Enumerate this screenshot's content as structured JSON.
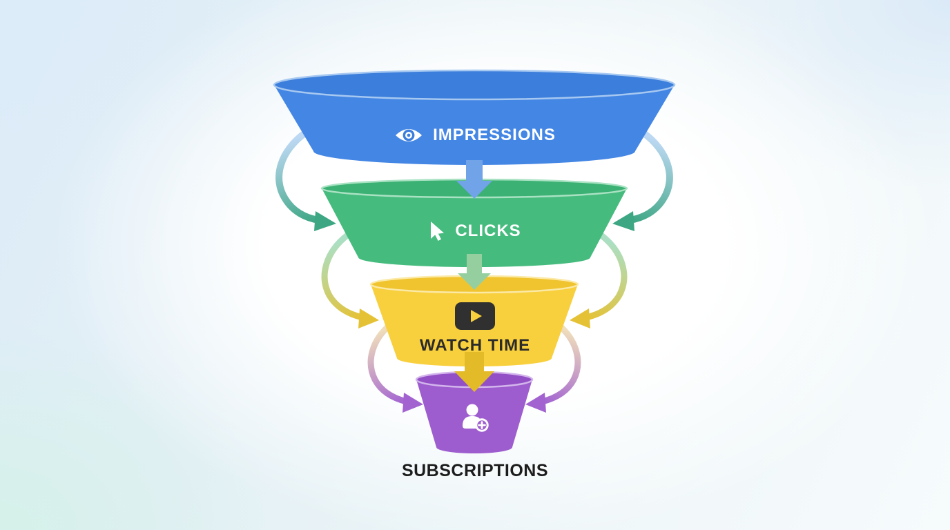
{
  "diagram": {
    "name": "youtube-growth-funnel",
    "background_colors": {
      "center": "#ffffff",
      "edge_blue": "#dcebf7",
      "edge_mint": "#d5f1e9"
    }
  },
  "funnel": {
    "stages": [
      {
        "id": "impressions",
        "label": "IMPRESSIONS",
        "icon": "eye-icon",
        "body_color": "#4486e4",
        "top_color": "#3c7edb",
        "rim_color": "#a6c8f1",
        "label_color": "#ffffff"
      },
      {
        "id": "clicks",
        "label": "CLICKS",
        "icon": "cursor-icon",
        "body_color": "#46bb7e",
        "top_color": "#3bb173",
        "rim_color": "#a9e2c3",
        "label_color": "#ffffff"
      },
      {
        "id": "watch-time",
        "label": "WATCH TIME",
        "icon": "youtube-play-icon",
        "body_color": "#f8cf3d",
        "top_color": "#f0c42f",
        "rim_color": "#fbe9a6",
        "label_color": "#2b2b2b"
      },
      {
        "id": "subscriptions",
        "label": "SUBSCRIPTIONS",
        "icon": "person-add-icon",
        "body_color": "#9d5dce",
        "top_color": "#9350c6",
        "rim_color": "#d3b5ec",
        "label_color": "#1d1d1d"
      }
    ],
    "down_arrows": [
      {
        "from": "impressions",
        "to": "clicks",
        "color": "#71a3e9"
      },
      {
        "from": "clicks",
        "to": "watch-time",
        "color": "#96cf9f"
      },
      {
        "from": "watch-time",
        "to": "subscriptions",
        "color": "#e3ba28"
      }
    ],
    "side_arrows": [
      {
        "pair": "impressions-to-clicks",
        "start_color": "#bcd8f3",
        "end_color": "#3da683"
      },
      {
        "pair": "clicks-to-watch-time",
        "start_color": "#abdfc3",
        "end_color": "#e5c235"
      },
      {
        "pair": "watch-time-to-subscriptions",
        "start_color": "#efddbb",
        "end_color": "#a263d1"
      }
    ],
    "play_icon_bg": "#303030"
  }
}
